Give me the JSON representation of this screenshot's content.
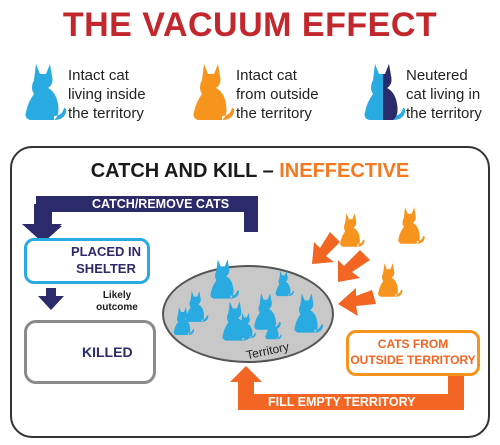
{
  "title": "THE VACUUM EFFECT",
  "legend": [
    {
      "lines": [
        "Intact cat",
        "living inside",
        "the territory"
      ],
      "color": "#29aae1",
      "icon": "blue-cat-icon"
    },
    {
      "lines": [
        "Intact cat",
        "from outside",
        "the territory"
      ],
      "color": "#f7941d",
      "icon": "orange-cat-icon"
    },
    {
      "lines": [
        "Neutered",
        "cat living in",
        "the territory"
      ],
      "color": "#29aae1",
      "icon": "neutered-cat-icon"
    }
  ],
  "heading": {
    "part1": "CATCH AND KILL – ",
    "part2": "INEFFECTIVE"
  },
  "catch_banner": "CATCH/REMOVE CATS",
  "shelter_box": {
    "line1": "PLACED IN",
    "line2": "SHELTER",
    "icon": "cage-icon"
  },
  "likely_outcome": [
    "Likely",
    "outcome"
  ],
  "killed_box": {
    "label": "KILLED",
    "icon": "crossed-cat-icon"
  },
  "territory_label": "Territory",
  "outside_box": {
    "line1": "CATS FROM",
    "line2": "OUTSIDE TERRITORY"
  },
  "fill_banner": "FILL EMPTY TERRITORY",
  "colors": {
    "title_red": "#c1272d",
    "navy": "#2b2a6b",
    "orange": "#f26522",
    "cat_blue": "#29aae1",
    "cat_orange": "#f7941d",
    "shelter_border": "#29aae1",
    "territory_gray": "#c8c8c8"
  }
}
